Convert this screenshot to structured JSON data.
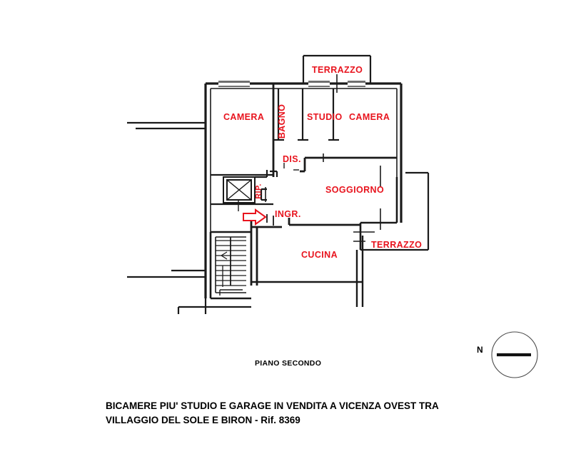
{
  "document": {
    "type": "floor-plan",
    "plan_title": "PIANO SECONDO",
    "caption_line1": "BICAMERE PIU' STUDIO E GARAGE IN VENDITA A VICENZA OVEST TRA",
    "caption_line2": "VILLAGGIO DEL SOLE E BIRON - Rif. 8369",
    "background_color": "#ffffff",
    "wall_color": "#1a1a1a",
    "label_color": "#e8141e"
  },
  "rooms": [
    {
      "id": "terrazzo-top",
      "label": "TERRAZZO",
      "rotated": false
    },
    {
      "id": "camera-left",
      "label": "CAMERA",
      "rotated": false
    },
    {
      "id": "bagno",
      "label": "BAGNO",
      "rotated": true
    },
    {
      "id": "studio",
      "label": "STUDIO",
      "rotated": false
    },
    {
      "id": "camera-right",
      "label": "CAMERA",
      "rotated": false
    },
    {
      "id": "dis",
      "label": "DIS.",
      "rotated": false
    },
    {
      "id": "rip",
      "label": "RIP.",
      "rotated": true
    },
    {
      "id": "soggiorno",
      "label": "SOGGIORNO",
      "rotated": false
    },
    {
      "id": "ingresso",
      "label": "INGR.",
      "rotated": false
    },
    {
      "id": "cucina",
      "label": "CUCINA",
      "rotated": false
    },
    {
      "id": "terrazzo-right",
      "label": "TERRAZZO",
      "rotated": false
    }
  ],
  "compass": {
    "label": "N",
    "direction": "left",
    "shape": "circle-with-needle"
  },
  "markers": {
    "entry_arrow": "entry-arrow-right",
    "elevator": "elevator-shaft-x",
    "stairs": "staircase"
  }
}
